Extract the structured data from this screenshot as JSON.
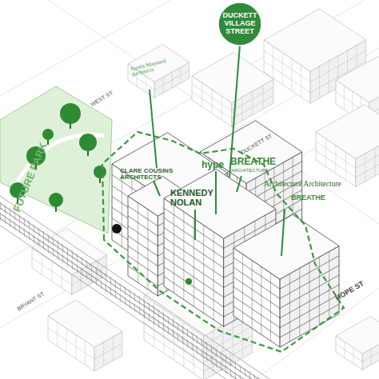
{
  "diagram": {
    "nodes": [
      {
        "text": [
          "DUCKETT VILLAGE STREET"
        ]
      }
    ],
    "labels": [
      "Austin Maynard Architects",
      "CLARE COUSINS ARCHITECTS",
      "hype",
      "BREATHE",
      "ARCHITECTURE",
      "KENNEDY NOLAN",
      "Architecture Architecture",
      "BREATHE",
      "WEST ST",
      "DUCKETT ST",
      "FUTURE PARK",
      "BRYANT ST",
      "HOPE ST"
    ]
  }
}
